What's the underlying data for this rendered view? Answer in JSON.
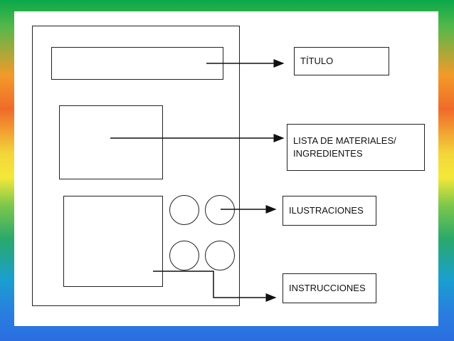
{
  "labels": {
    "titulo": "TÍTULO",
    "lista": "LISTA DE MATERIALES/\nINGREDIENTES",
    "ilustraciones": "ILUSTRACIONES",
    "instrucciones": "INSTRUCCIONES"
  }
}
